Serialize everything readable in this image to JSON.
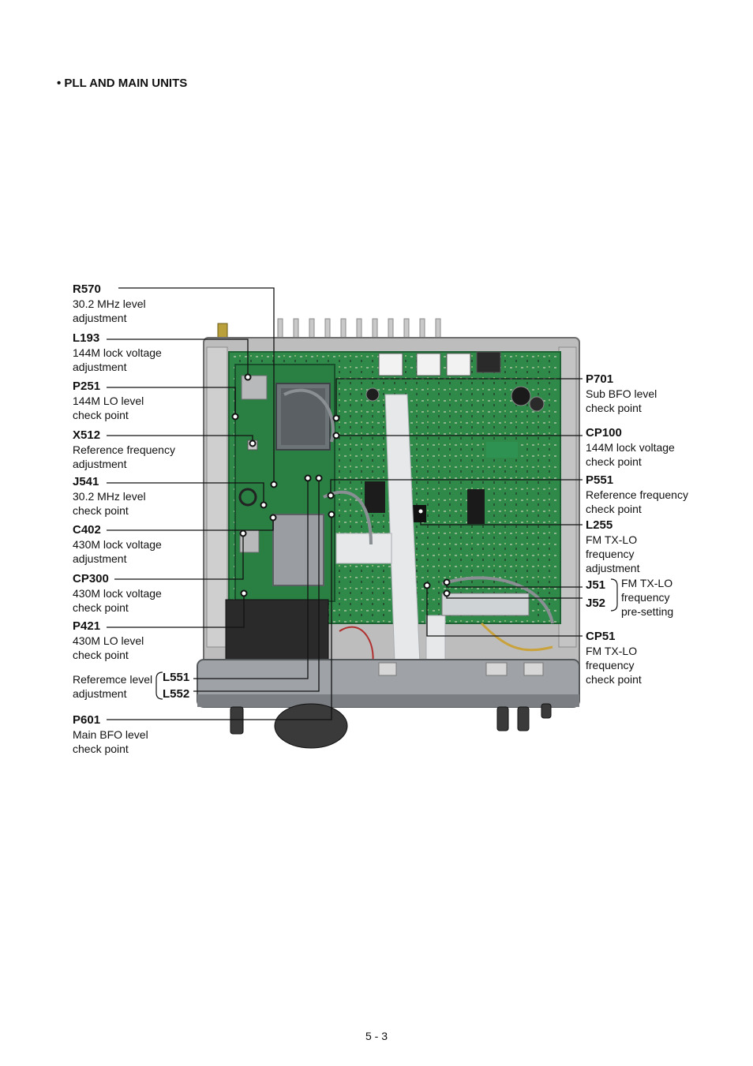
{
  "heading": "• PLL AND MAIN UNITS",
  "page_number": "5 - 3",
  "labels_left": {
    "r570": {
      "code": "R570",
      "desc": [
        "30.2 MHz level",
        "adjustment"
      ]
    },
    "l193": {
      "code": "L193",
      "desc": [
        "144M lock voltage",
        "adjustment"
      ]
    },
    "p251": {
      "code": "P251",
      "desc": [
        "144M LO level",
        "check point"
      ]
    },
    "x512": {
      "code": "X512",
      "desc": [
        "Reference frequency",
        "adjustment"
      ]
    },
    "j541": {
      "code": "J541",
      "desc": [
        "30.2 MHz level",
        "check point"
      ]
    },
    "c402": {
      "code": "C402",
      "desc": [
        "430M lock voltage",
        "adjustment"
      ]
    },
    "cp300": {
      "code": "CP300",
      "desc": [
        "430M lock voltage",
        "check point"
      ]
    },
    "p421": {
      "code": "P421",
      "desc": [
        "430M LO level",
        "check point"
      ]
    },
    "ref_level": {
      "desc": [
        "Referemce level",
        "adjustment"
      ],
      "codes": [
        "L551",
        "L552"
      ]
    },
    "p601": {
      "code": "P601",
      "desc": [
        "Main BFO level",
        "check point"
      ]
    }
  },
  "labels_right": {
    "p701": {
      "code": "P701",
      "desc": [
        "Sub BFO level",
        "check point"
      ]
    },
    "cp100": {
      "code": "CP100",
      "desc": [
        "144M lock voltage",
        "check point"
      ]
    },
    "p551": {
      "code": "P551",
      "desc": [
        "Reference frequency",
        "check point"
      ]
    },
    "l255": {
      "code": "L255",
      "desc": [
        "FM TX-LO",
        "frequency",
        "adjustment"
      ]
    },
    "j51_j52": {
      "codes": [
        "J51",
        "J52"
      ],
      "desc": [
        "FM TX-LO",
        "frequency",
        "pre-setting"
      ]
    },
    "cp51": {
      "code": "CP51",
      "desc": [
        "FM TX-LO",
        "frequency",
        "check point"
      ]
    }
  },
  "colors": {
    "board": "#2f8a4a",
    "board_dark": "#1f6233",
    "chassis": "#bdbdbd",
    "chassis_dark": "#7a7a7a",
    "shield": "#9a9ea2",
    "ribbon": "#e6e8ea"
  }
}
